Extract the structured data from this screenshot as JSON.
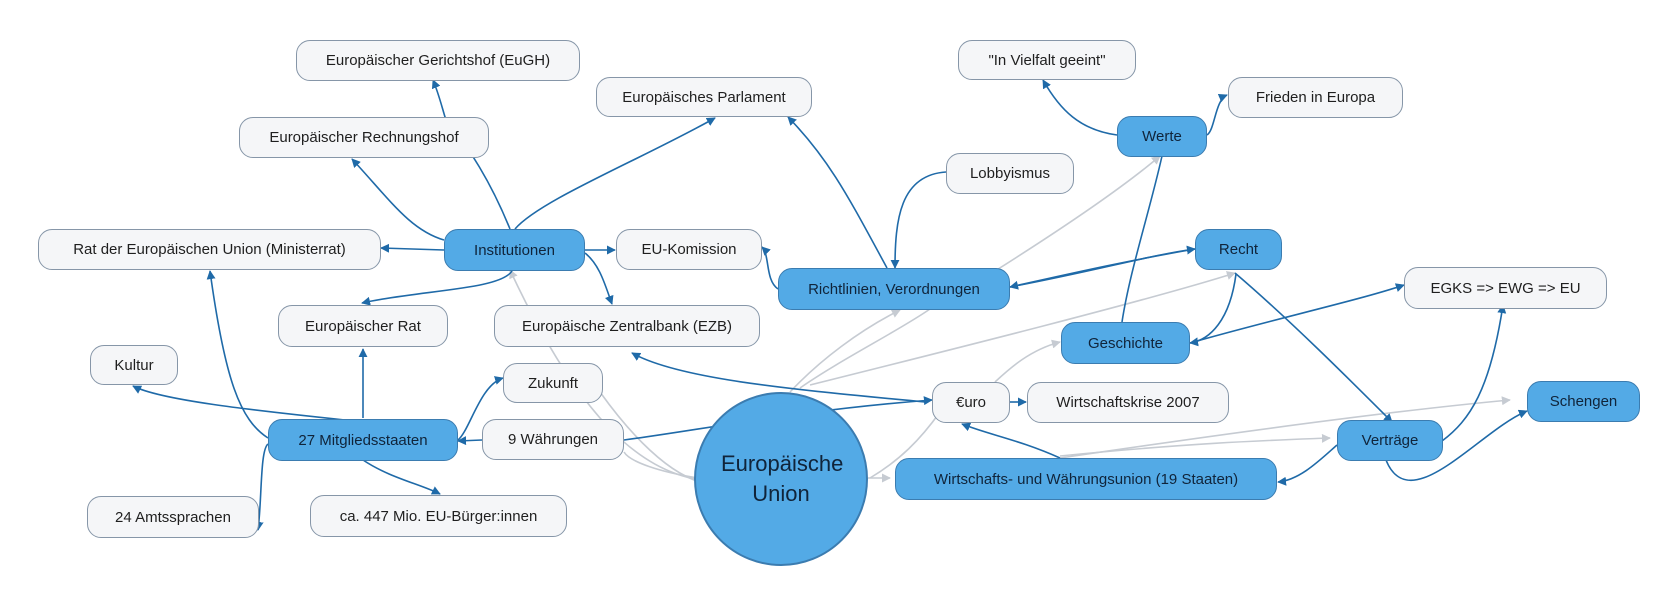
{
  "nodes": {
    "eu": "Europäische Union",
    "mitgliedsstaaten": "27 Mitgliedsstaaten",
    "institutionen": "Institutionen",
    "kultur": "Kultur",
    "amtssprachen": "24 Amtssprachen",
    "buerger": "ca. 447 Mio. EU-Bürger:innen",
    "europ_rat": "Europäischer Rat",
    "rat_eu": "Rat der Europäischen Union (Ministerrat)",
    "rechnungshof": "Europäischer Rechnungshof",
    "gerichtshof": "Europäischer Gerichtshof (EuGH)",
    "parlament": "Europäisches Parlament",
    "komission": "EU-Komission",
    "ezb": "Europäische Zentralbank (EZB)",
    "zukunft": "Zukunft",
    "waehrungen": "9 Währungen",
    "richtlinien": "Richtlinien, Verordnungen",
    "lobbyismus": "Lobbyismus",
    "euro": "€uro",
    "krise": "Wirtschaftskrise 2007",
    "wwu": "Wirtschafts- und Währungsunion (19 Staaten)",
    "geschichte": "Geschichte",
    "recht": "Recht",
    "werte": "Werte",
    "vielfalt": "\"In Vielfalt geeint\"",
    "frieden": "Frieden in Europa",
    "egks": "EGKS => EWG => EU",
    "vertraege": "Verträge",
    "schengen": "Schengen"
  },
  "colors": {
    "node_blue": "#53aae6",
    "node_plain": "#f5f6f8",
    "edge_blue": "#1f6aa8",
    "edge_gray": "#c6cbd2"
  }
}
